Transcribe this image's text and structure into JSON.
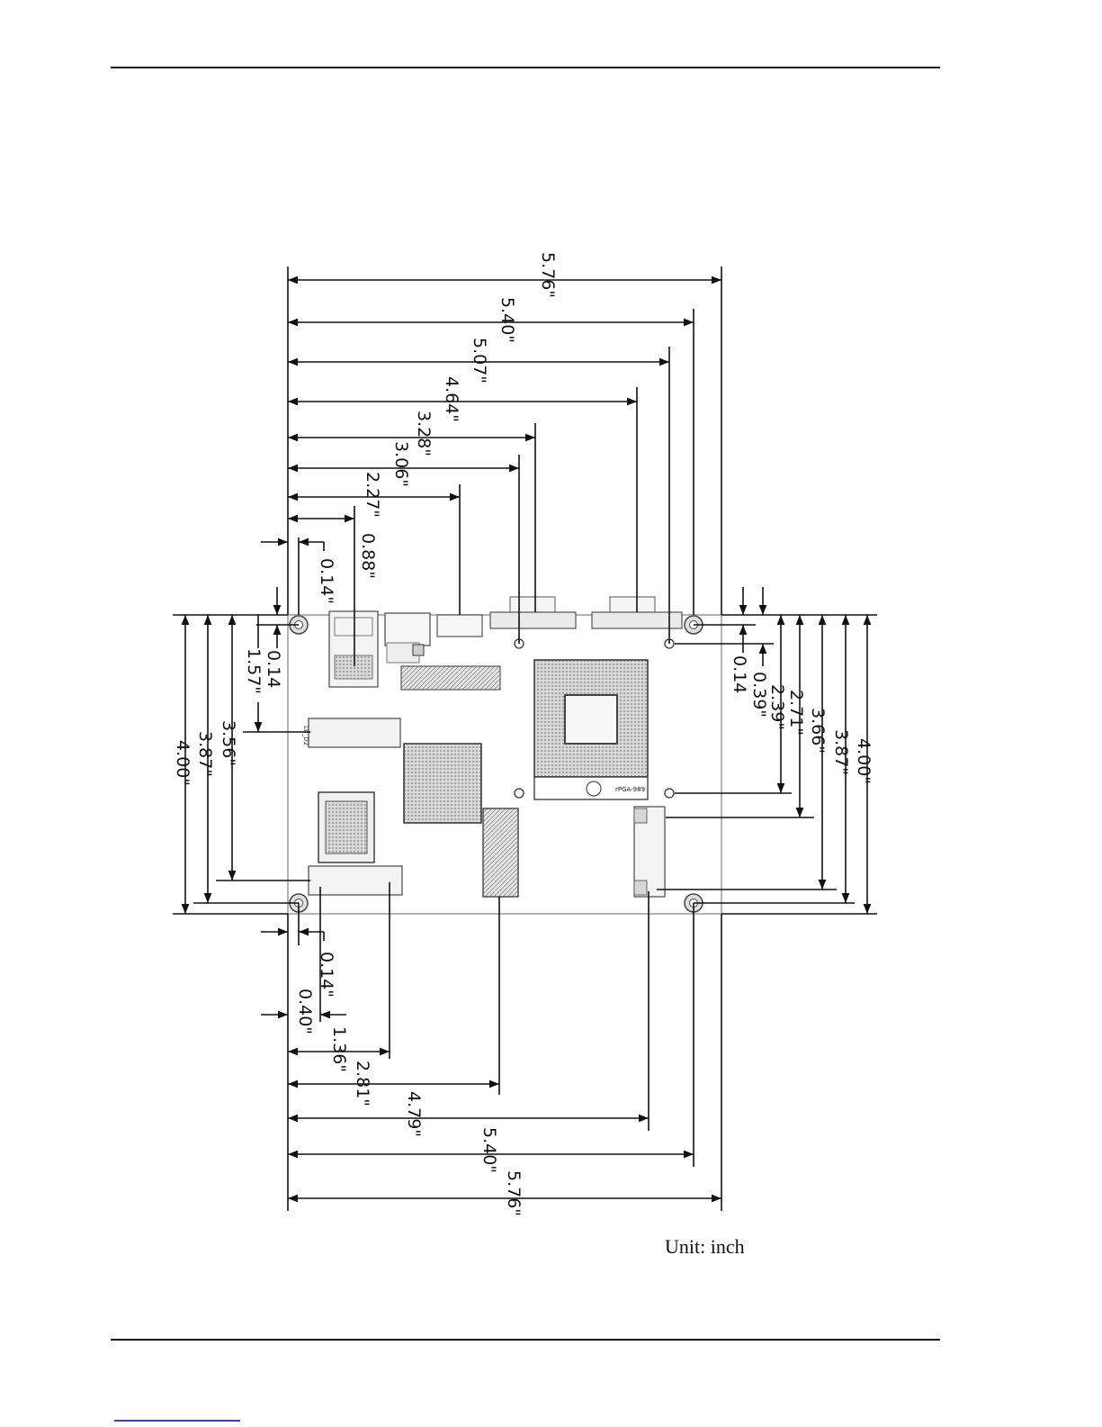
{
  "unit_label": "Unit: inch",
  "chip_label": "rPGA-989",
  "jumper_label": "LB_D2",
  "top_dims": [
    "5.76\"",
    "5.40\"",
    "5.07\"",
    "4.64\"",
    "3.28\"",
    "3.06\"",
    "2.27\"",
    "0.88\"",
    "0.14\""
  ],
  "bottom_dims": [
    "0.14\"",
    "0.40\"",
    "1.36\"",
    "2.81\"",
    "4.79\"",
    "5.40\"",
    "5.76\""
  ],
  "left_dims": [
    "0.14",
    "1.57\"",
    "3.56\"",
    "3.87\"",
    "4.00\""
  ],
  "right_dims": [
    "0.14",
    "0.39\"",
    "2.39\"",
    "2.71\"",
    "3.66\"",
    "3.87\"",
    "4.00\""
  ],
  "colors": {
    "ink": "#111111",
    "board_edge": "#9a9a9a",
    "footer_link": "#3b3bd6"
  }
}
